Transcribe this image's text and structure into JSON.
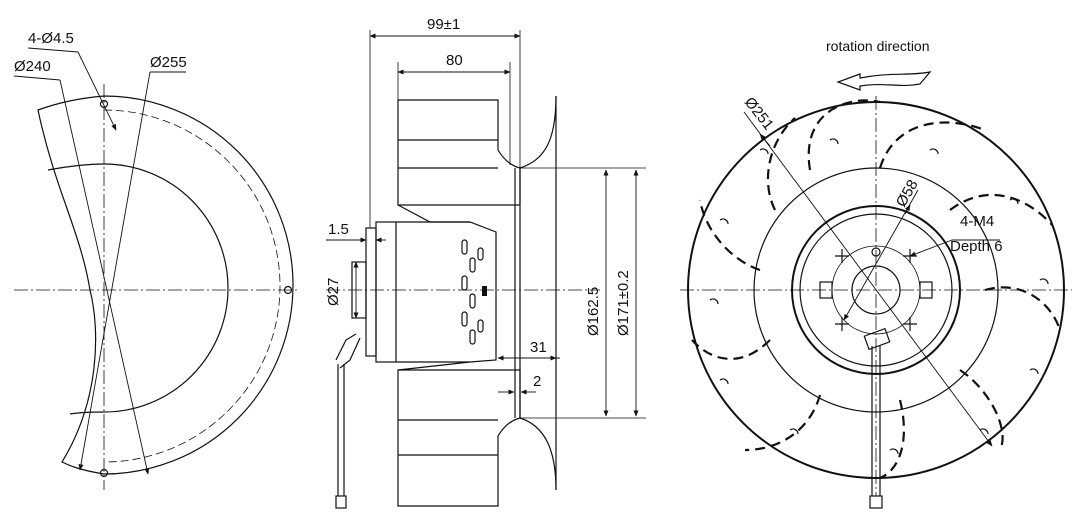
{
  "left_view": {
    "hole_callout": "4-Ø4.5",
    "dia_inner": "Ø240",
    "dia_outer": "Ø255"
  },
  "side_view": {
    "overall_length": "99±1",
    "blade_length": "80",
    "flange_thickness": "1.5",
    "shaft_dia": "Ø27",
    "inlet_dia": "Ø162.5",
    "outer_dia": "Ø171±0.2",
    "inlet_depth": "31",
    "lip": "2"
  },
  "front_view": {
    "rotation_label": "rotation direction",
    "impeller_dia": "Ø251",
    "hub_dia": "Ø58",
    "thread_callout": "4-M4",
    "thread_depth": "Depth 6"
  }
}
